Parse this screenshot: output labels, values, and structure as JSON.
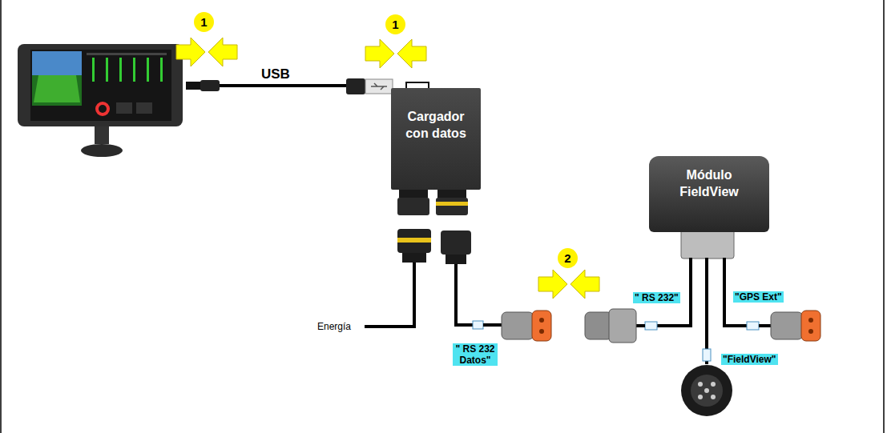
{
  "diagram": {
    "nodes": [
      {
        "text": [
          "Cargador con datos"
        ]
      },
      {
        "text": [
          "Módulo FieldView"
        ]
      }
    ],
    "labels": [
      "1",
      "1",
      "USB",
      "Energía",
      "2",
      "\" RS 232 Datos\"",
      "\" RS 232\"",
      "\"GPS Ext\"",
      "\"FieldView\""
    ]
  }
}
